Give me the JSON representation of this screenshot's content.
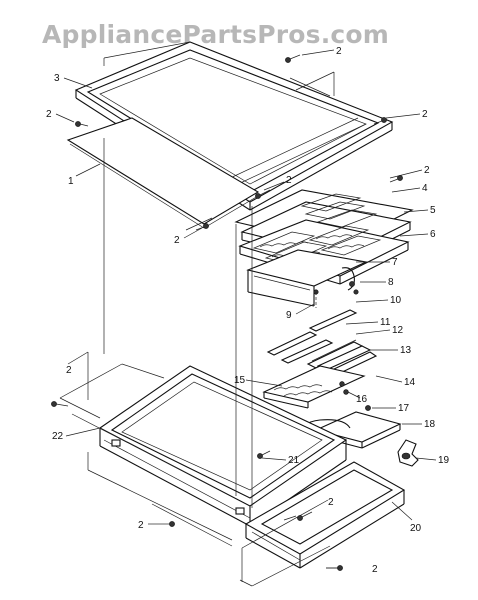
{
  "watermark": "AppliancePartsPros.com",
  "callouts": [
    {
      "id": "c2a",
      "text": "2"
    },
    {
      "id": "c3",
      "text": "3"
    },
    {
      "id": "c2b",
      "text": "2"
    },
    {
      "id": "c2c",
      "text": "2"
    },
    {
      "id": "c1",
      "text": "1"
    },
    {
      "id": "c2d",
      "text": "2"
    },
    {
      "id": "c2e",
      "text": "2"
    },
    {
      "id": "c4",
      "text": "4"
    },
    {
      "id": "c5",
      "text": "5"
    },
    {
      "id": "c2f",
      "text": "2"
    },
    {
      "id": "c6",
      "text": "6"
    },
    {
      "id": "c7",
      "text": "7"
    },
    {
      "id": "c8",
      "text": "8"
    },
    {
      "id": "c9",
      "text": "9"
    },
    {
      "id": "c10",
      "text": "10"
    },
    {
      "id": "c11",
      "text": "11"
    },
    {
      "id": "c12",
      "text": "12"
    },
    {
      "id": "c13",
      "text": "13"
    },
    {
      "id": "c14",
      "text": "14"
    },
    {
      "id": "c15",
      "text": "15"
    },
    {
      "id": "c16",
      "text": "16"
    },
    {
      "id": "c17",
      "text": "17"
    },
    {
      "id": "c2g",
      "text": "2"
    },
    {
      "id": "c18",
      "text": "18"
    },
    {
      "id": "c19",
      "text": "19"
    },
    {
      "id": "c22",
      "text": "22"
    },
    {
      "id": "c21",
      "text": "21"
    },
    {
      "id": "c2h",
      "text": "2"
    },
    {
      "id": "c2i",
      "text": "2"
    },
    {
      "id": "c20",
      "text": "20"
    },
    {
      "id": "c2j",
      "text": "2"
    }
  ]
}
